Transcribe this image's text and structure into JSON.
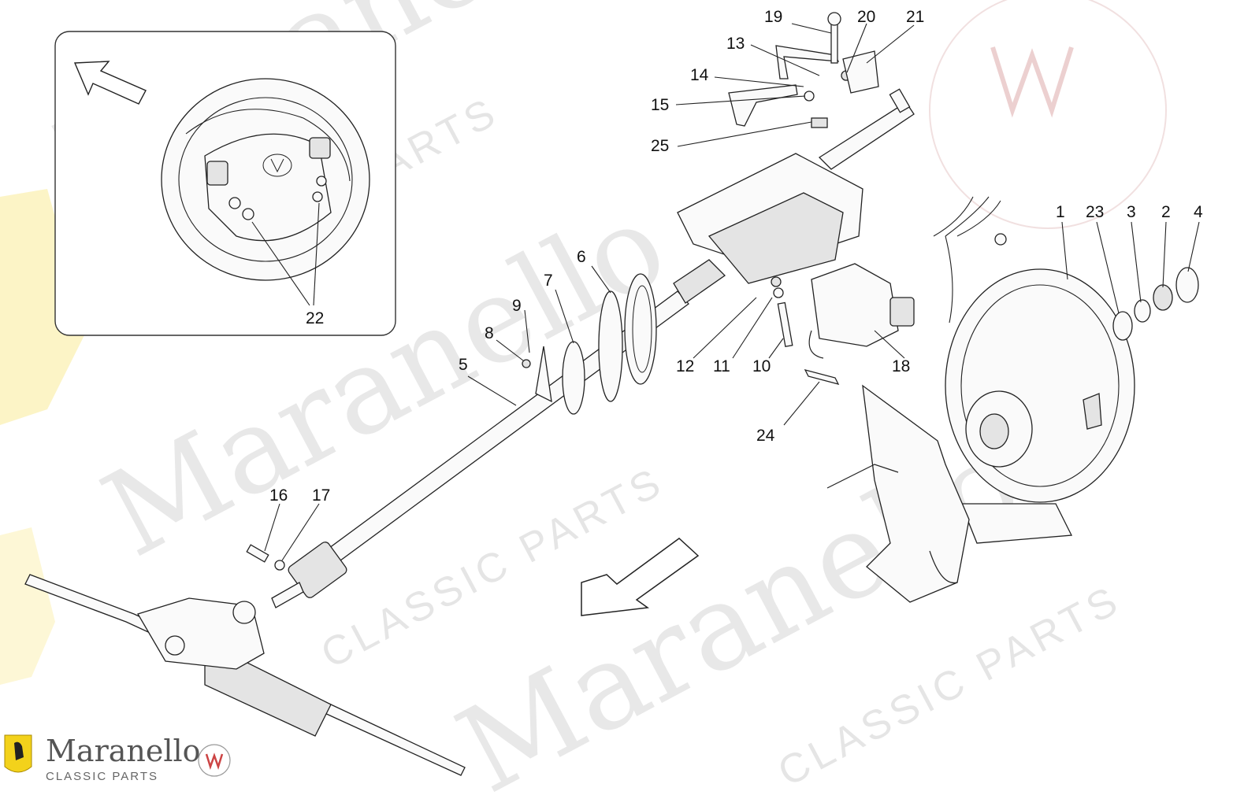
{
  "diagram": {
    "callouts": {
      "c1": "1",
      "c2": "2",
      "c3": "3",
      "c4": "4",
      "c5": "5",
      "c6": "6",
      "c7": "7",
      "c8": "8",
      "c9": "9",
      "c10": "10",
      "c11": "11",
      "c12": "12",
      "c13": "13",
      "c14": "14",
      "c15": "15",
      "c16": "16",
      "c17": "17",
      "c18": "18",
      "c19": "19",
      "c20": "20",
      "c21": "21",
      "c22": "22",
      "c23": "23",
      "c24": "24",
      "c25": "25"
    }
  },
  "watermark": {
    "word": "Maranello",
    "sub": "CLASSIC PARTS"
  },
  "brand": {
    "name": "Maranello",
    "sub": "CLASSIC PARTS"
  },
  "colors": {
    "line": "#222222",
    "watermark": "#d2d2d2",
    "ferrari_yellow": "#f3d21b"
  }
}
